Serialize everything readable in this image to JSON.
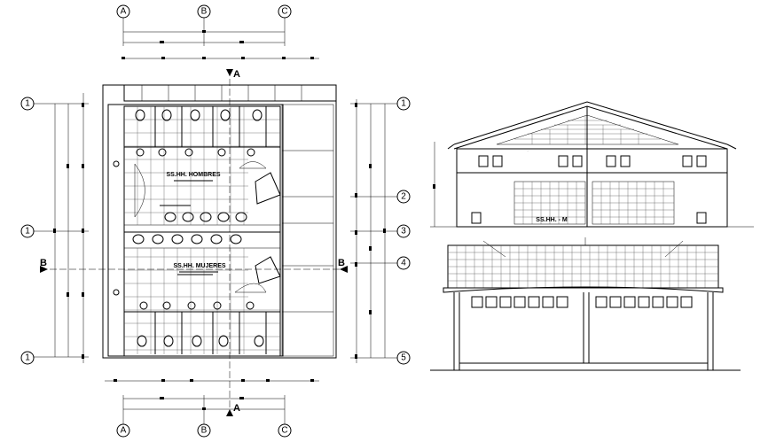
{
  "grid_axes": {
    "top_letters": [
      "A",
      "B",
      "C"
    ],
    "bottom_letters": [
      "A",
      "B",
      "C"
    ],
    "left_numbers": [
      "1",
      "1",
      "1"
    ],
    "right_numbers": [
      "1",
      "2",
      "3",
      "4",
      "5"
    ]
  },
  "section_markers": {
    "section_a_top": "A",
    "section_a_bottom": "A",
    "section_b_left": "B",
    "section_b_right": "B"
  },
  "plan": {
    "room_upper": "SS.HH. HOMBRES",
    "room_lower": "SS.HH. MUJERES"
  },
  "section_view": {
    "room_label": "SS.HH. - M"
  },
  "colors": {
    "line": "#000000",
    "background": "#ffffff"
  }
}
